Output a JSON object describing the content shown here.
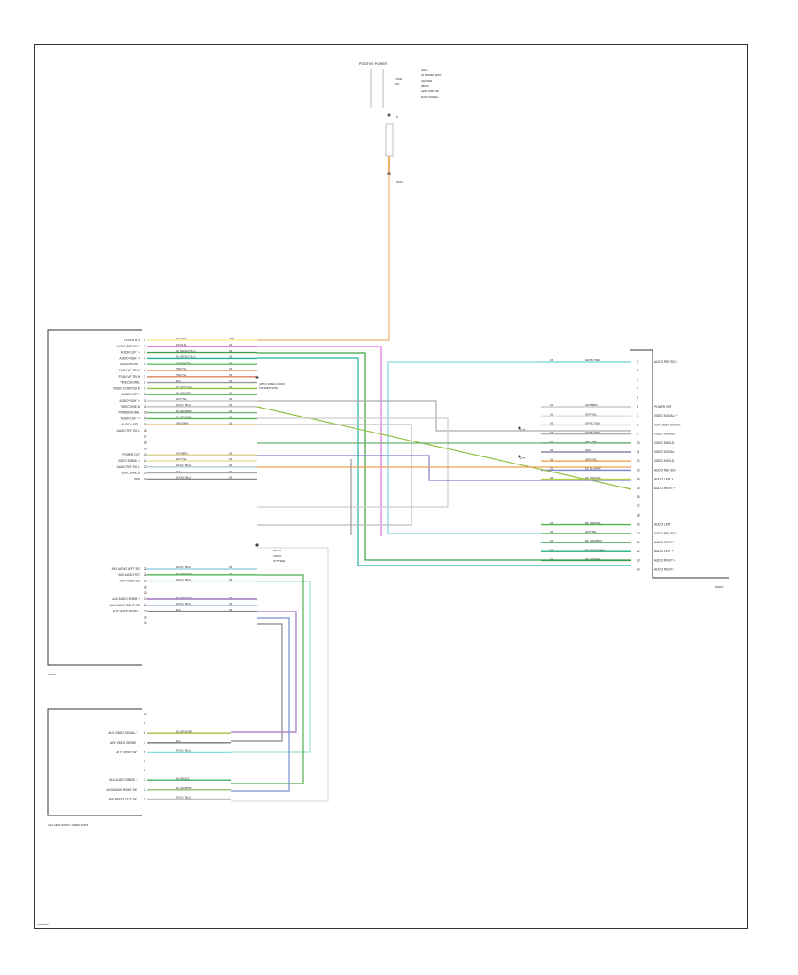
{
  "fuse_block": {
    "title": "POSITIVE POWER",
    "side_labels": [
      "FUSE",
      "20A"
    ],
    "notes": [
      "(IGN) ...",
      "IN POWER DIST",
      "CENTER",
      "(BACK",
      "LEFT SIDE OF",
      "DASH PANEL)"
    ]
  },
  "splice_labels": {
    "s1": "S",
    "s2": "S101"
  },
  "radio_left": {
    "footer": "RADIO",
    "left_pins": [
      {
        "label": "FUSED B(+)",
        "num": "1",
        "color": "YEL/RED",
        "size": "0.75",
        "wire": "#f5ee9a"
      },
      {
        "label": "AUDIO REF SIG L",
        "num": "2",
        "color": "GRY/LBL",
        "size": "0.5",
        "wire": "#e070e0"
      },
      {
        "label": "AUDIO LEFT +",
        "num": "3",
        "color": "DK GRN/LT BLU",
        "size": "0.5",
        "wire": "#3aa040"
      },
      {
        "label": "AUDIO RIGHT +",
        "num": "4",
        "color": "DK GRN/LT BLU",
        "size": "0.5",
        "wire": "#22b0a0"
      },
      {
        "label": "AUDIO RIGHT -",
        "num": "5",
        "color": "LT GRN/PPL",
        "size": "0.5",
        "wire": "#60c060"
      },
      {
        "label": "PCAN VIP TECH",
        "num": "6",
        "color": "PNK/YEL",
        "size": "0.5",
        "wire": "#f09060"
      },
      {
        "label": "PCAN VIP TECH",
        "num": "7",
        "color": "PNK/YEL",
        "size": "0.5",
        "wire": "#e08060"
      },
      {
        "label": "VIDEO SIGNAL",
        "num": "8",
        "color": "BLK",
        "size": "0.5",
        "wire": "#999999"
      },
      {
        "label": "VIDEO COMPOSITE",
        "num": "9",
        "color": "DK GRN/YEL",
        "size": "0.5",
        "wire": "#90c040"
      },
      {
        "label": "AUDIO LEFT -",
        "num": "10",
        "color": "DK GRN/TEL",
        "size": "0.5",
        "wire": "#50b050"
      },
      {
        "label": "AUDIO RIGHT +",
        "num": "11",
        "color": "GRY/YEL",
        "size": "0.5",
        "wire": "#cccccc"
      },
      {
        "label": "VIDEO SHIELD",
        "num": "12",
        "color": "GRY/LT BLU",
        "size": "0.5",
        "wire": "#bbbbbb"
      },
      {
        "label": "POWER SIGNAL",
        "num": "13",
        "color": "DK GRN/PPL",
        "size": "0.5",
        "wire": "#70b070"
      },
      {
        "label": "AUDIO LEFT +",
        "num": "14",
        "color": "DK GRN/LBL",
        "size": "0.5",
        "wire": "#5ab85a"
      },
      {
        "label": "AUDIO LEFT -",
        "num": "15",
        "color": "ORG/GRN",
        "size": "0.5",
        "wire": "#f0a050"
      },
      {
        "label": "AUDIO REF SIG L",
        "num": "16",
        "color": "",
        "size": "",
        "wire": ""
      },
      {
        "label": "",
        "num": "17",
        "color": "",
        "size": "",
        "wire": ""
      },
      {
        "label": "",
        "num": "18",
        "color": "",
        "size": "",
        "wire": ""
      },
      {
        "label": "",
        "num": "19",
        "color": "",
        "size": "",
        "wire": ""
      },
      {
        "label": "POWER OUT",
        "num": "20",
        "color": "GRY/BRN",
        "size": "0.5",
        "wire": "#d8d090"
      },
      {
        "label": "VIDEO SIGNAL +",
        "num": "21",
        "color": "GRY/YEL",
        "size": "0.5",
        "wire": "#e8e0a0"
      },
      {
        "label": "AUDIO REF SIG L",
        "num": "22",
        "color": "GRY/LT BLU",
        "size": "0.5",
        "wire": "#b0c8d8"
      },
      {
        "label": "VIDEO SHIELD",
        "num": "23",
        "color": "BLK",
        "size": "0.5",
        "wire": "#aaaaaa"
      },
      {
        "label": "GND",
        "num": "24",
        "color": "BLK/DK BLU",
        "size": "0.5",
        "wire": "#888888"
      }
    ],
    "aux_pins": [
      {
        "label": "AUX AUDIO LEFT SIG",
        "num": "25",
        "color": "GRY/LT BLU",
        "size": "0.5",
        "wire": "#9ad0e8"
      },
      {
        "label": "AUX AUDIO RET",
        "num": "26",
        "color": "DK GRN/ORG",
        "size": "0.5",
        "wire": "#50b050"
      },
      {
        "label": "AUX VIDEO SIG",
        "num": "27",
        "color": "GRY/LT BLU",
        "size": "0.5",
        "wire": "#a0e0d0"
      },
      {
        "label": "",
        "num": "28",
        "color": "",
        "size": "",
        "wire": ""
      },
      {
        "label": "",
        "num": "29",
        "color": "",
        "size": "",
        "wire": ""
      },
      {
        "label": "AUX AUDIO SENSE +",
        "num": "30",
        "color": "DK GRN/PPL",
        "size": "0.5",
        "wire": "#a070c0"
      },
      {
        "label": "AUX AUDIO RIGHT SIG",
        "num": "31",
        "color": "GRY/LT BLU",
        "size": "0.5",
        "wire": "#7090d0"
      },
      {
        "label": "AUX VIDEO SENSE -",
        "num": "32",
        "color": "BLK",
        "size": "0.5",
        "wire": "#888888"
      },
      {
        "label": "",
        "num": "33",
        "color": "",
        "size": "",
        "wire": ""
      },
      {
        "label": "",
        "num": "34",
        "color": "",
        "size": "",
        "wire": ""
      }
    ],
    "notes": [
      "(WITH VIDEO AUDIO",
      "CONNECTION)"
    ],
    "gnd_note": [
      "(WITH",
      "VIDEO",
      "SYSTEM)"
    ]
  },
  "radio_right": {
    "footer": "RADIO",
    "pins": [
      {
        "label": "AUDIO REF SIG L",
        "num": "1",
        "color": "GRY/LT BLU",
        "size": "0.5",
        "wire": "#80d8e0"
      },
      {
        "label": "",
        "num": "2"
      },
      {
        "label": "",
        "num": "3"
      },
      {
        "label": "",
        "num": "4"
      },
      {
        "label": "",
        "num": "5"
      },
      {
        "label": "POWER OUT",
        "num": "6",
        "color": "GRY/BRN",
        "size": "0.5",
        "wire": "#cccccc"
      },
      {
        "label": "VIDEO SIGNAL +",
        "num": "7",
        "color": "GRY/YEL",
        "size": "0.5",
        "wire": "#dddddd"
      },
      {
        "label": "AUX VIDEO SIGNAL",
        "num": "8",
        "color": "GRY/LT BLU",
        "size": "0.5",
        "wire": "#bbbbbb"
      },
      {
        "label": "VIDEO SIGNAL -",
        "num": "9",
        "color": "GRY/LT BLU",
        "size": "0.5",
        "wire": "#aaaaaa"
      },
      {
        "label": "VIDEO SHIELD",
        "num": "10",
        "color": "GRY/YEL",
        "size": "0.5",
        "wire": "#999999"
      },
      {
        "label": "VIDEO SIGNAL",
        "num": "11",
        "color": "GRY",
        "size": "0.5",
        "wire": "#8888aa"
      },
      {
        "label": "VIDEO SHIELD",
        "num": "12",
        "color": "ORG/YEL",
        "size": "0.5",
        "wire": "#f0a050"
      },
      {
        "label": "AUDIO REF SIG",
        "num": "13",
        "color": "DK BLU/PNK",
        "size": "0.5",
        "wire": "#8080d0"
      },
      {
        "label": "AUDIO LEFT +",
        "num": "14",
        "color": "DK GRN/YEL",
        "size": "0.5",
        "wire": "#b0d040"
      },
      {
        "label": "AUDIO RIGHT +",
        "num": "15",
        "color": "",
        "size": "",
        "wire": ""
      },
      {
        "label": "",
        "num": "16"
      },
      {
        "label": "",
        "num": "17"
      },
      {
        "label": "",
        "num": "18"
      },
      {
        "label": "AUDIO LEFT -",
        "num": "19",
        "color": "DK GRN/TEL",
        "size": "0.5",
        "wire": "#50b050"
      },
      {
        "label": "AUDIO REF SIG L",
        "num": "20",
        "color": "GRY/TEL",
        "size": "0.5",
        "wire": "#70c070"
      },
      {
        "label": "AUDIO RIGHT -",
        "num": "21",
        "color": "DK GRN/BRN",
        "size": "0.5",
        "wire": "#3aa040"
      },
      {
        "label": "AUDIO LEFT +",
        "num": "22",
        "color": "DK GRN/LT BLU",
        "size": "0.5",
        "wire": "#22b080"
      },
      {
        "label": "AUDIO RIGHT +",
        "num": "23",
        "color": "DK GRN/LBL",
        "size": "0.5",
        "wire": "#30a060"
      },
      {
        "label": "AUDIO RIGHT -",
        "num": "24",
        "color": "",
        "size": "",
        "wire": ""
      }
    ],
    "splice_tags": [
      "S-??",
      "S-??"
    ]
  },
  "aux_jack": {
    "footer": "AUX LEFT AUDIO / VIDEO PORT",
    "pins": [
      {
        "label": "",
        "num": "10"
      },
      {
        "label": "",
        "num": "9"
      },
      {
        "label": "AUX VIDEO SIGNAL +",
        "num": "8",
        "color": "DK GRN/ORG",
        "size": "",
        "wire": "#a0c040"
      },
      {
        "label": "AUX VIDEO SENSE -",
        "num": "7",
        "color": "BLK",
        "size": "",
        "wire": "#777777"
      },
      {
        "label": "AUX VIDEO SIG",
        "num": "6",
        "color": "GRY/LT BLU",
        "size": "",
        "wire": "#80e0e0"
      },
      {
        "label": "",
        "num": "5"
      },
      {
        "label": "",
        "num": "4"
      },
      {
        "label": "AUX AUDIO SENSE +",
        "num": "3",
        "color": "DK GRN/LT",
        "size": "",
        "wire": "#40b060"
      },
      {
        "label": "AUX AUDIO RIGHT SIG",
        "num": "2",
        "color": "DK GRN/PPL",
        "size": "",
        "wire": "#90c070"
      },
      {
        "label": "AUX AUDIO LEFT SIG",
        "num": "1",
        "color": "GRY/LT BLU",
        "size": "",
        "wire": "#c0c0c0"
      }
    ]
  },
  "ref_code": "W000000"
}
